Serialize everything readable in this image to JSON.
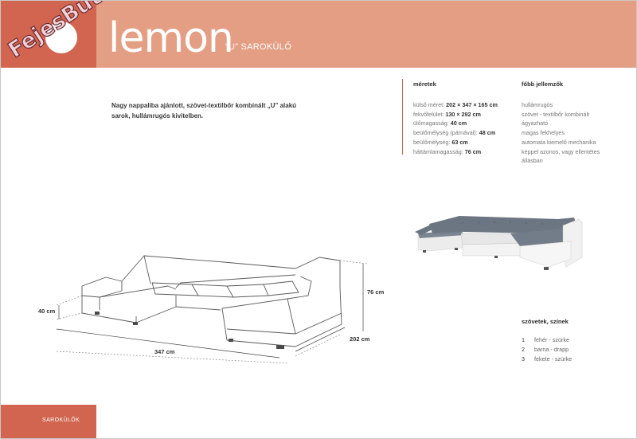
{
  "brand": {
    "logo_text": "FejesBútor"
  },
  "header": {
    "title": "lemon",
    "subtitle": "“U” SAROKÜLŐ"
  },
  "description": "Nagy nappaliba ajánlott, szövet-textilbőr kombinált „U” alakú sarok, hullámrugós kivitelben.",
  "dimensions": {
    "heading": "méretek",
    "items": [
      {
        "label": "külső méret: ",
        "value": "202 × 347 × 165 cm"
      },
      {
        "label": "fekvőfelület: ",
        "value": "130 × 292 cm"
      },
      {
        "label": "ülőmagasság: ",
        "value": "40 cm"
      },
      {
        "label": "beülőmélység (párnával): ",
        "value": "48 cm"
      },
      {
        "label": "beülőmélység: ",
        "value": "63 cm"
      },
      {
        "label": "háttámlamagasság: ",
        "value": "76 cm"
      }
    ]
  },
  "features": {
    "heading": "főbb jellemzők",
    "items": [
      "hullámrugós",
      "szövet - textilbőr kombinált",
      "ágyazható",
      "magas fekhelyes",
      "automata kiemelő mechanika",
      "képpel azonos, vagy ellentétes",
      "állásban"
    ]
  },
  "drawing_labels": {
    "height_back": "76 cm",
    "height_seat": "40 cm",
    "width": "347 cm",
    "depth": "202 cm"
  },
  "fabrics": {
    "heading": "szövetek, színek",
    "items": [
      {
        "num": "1",
        "name": "fehér - szürke"
      },
      {
        "num": "2",
        "name": "barna - drapp"
      },
      {
        "num": "3",
        "name": "fekete - szürke"
      }
    ]
  },
  "footer": {
    "label": "SAROKÜLŐK"
  },
  "colors": {
    "accent_dark": "#d2654f",
    "accent_light": "#e49e83",
    "sofa_grey": "#6f7a87",
    "sofa_white": "#f1f1f1"
  }
}
